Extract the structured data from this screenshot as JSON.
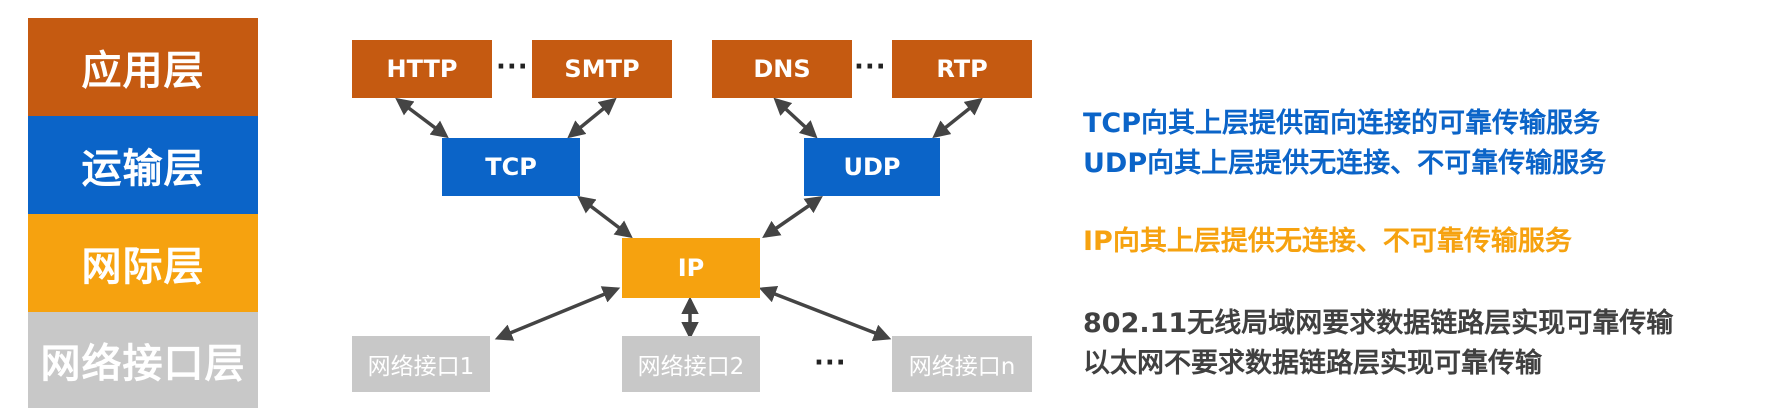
{
  "layers": [
    {
      "label": "应用层",
      "color": "#c55a11"
    },
    {
      "label": "运输层",
      "color": "#0b64c8"
    },
    {
      "label": "网际层",
      "color": "#f6a20f"
    },
    {
      "label": "网络接口层",
      "color": "#c8c8c8"
    }
  ],
  "application": {
    "http": "HTTP",
    "smtp": "SMTP",
    "dns": "DNS",
    "rtp": "RTP",
    "ellipsis": "···"
  },
  "transport": {
    "tcp": "TCP",
    "udp": "UDP"
  },
  "internet": {
    "ip": "IP"
  },
  "interfaces": {
    "if1": "网络接口1",
    "if2": "网络接口2",
    "ifn": "网络接口n",
    "ellipsis": "···"
  },
  "notes": {
    "tcp_service": "TCP向其上层提供面向连接的可靠传输服务",
    "udp_service": "UDP向其上层提供无连接、不可靠传输服务",
    "ip_service": "IP向其上层提供无连接、不可靠传输服务",
    "wlan": "802.11无线局域网要求数据链路层实现可靠传输",
    "ethernet": "以太网不要求数据链路层实现可靠传输"
  },
  "colors": {
    "app": "#c55a11",
    "transport": "#0b64c8",
    "internet": "#f6a20f",
    "interface": "#c8c8c8",
    "gray_text": "#404040"
  }
}
